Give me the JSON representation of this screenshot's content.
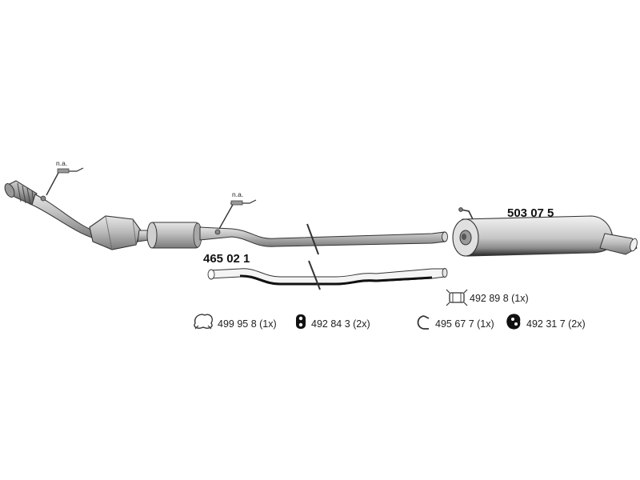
{
  "sensor_note": "n.a.",
  "parts": {
    "middle_pipe": "465 02 1",
    "rear_silencer": "503 07 5"
  },
  "accessories": [
    {
      "code": "499 95 8 (1x)",
      "icon": "clamp-ring-icon"
    },
    {
      "code": "492 84 3 (2x)",
      "icon": "rubber-mount-icon"
    },
    {
      "code": "495 67 7 (1x)",
      "icon": "u-clamp-icon"
    },
    {
      "code": "492 31 7 (2x)",
      "icon": "rubber-hanger-icon"
    },
    {
      "code": "492 89 8 (1x)",
      "icon": "pipe-connector-icon"
    }
  ]
}
